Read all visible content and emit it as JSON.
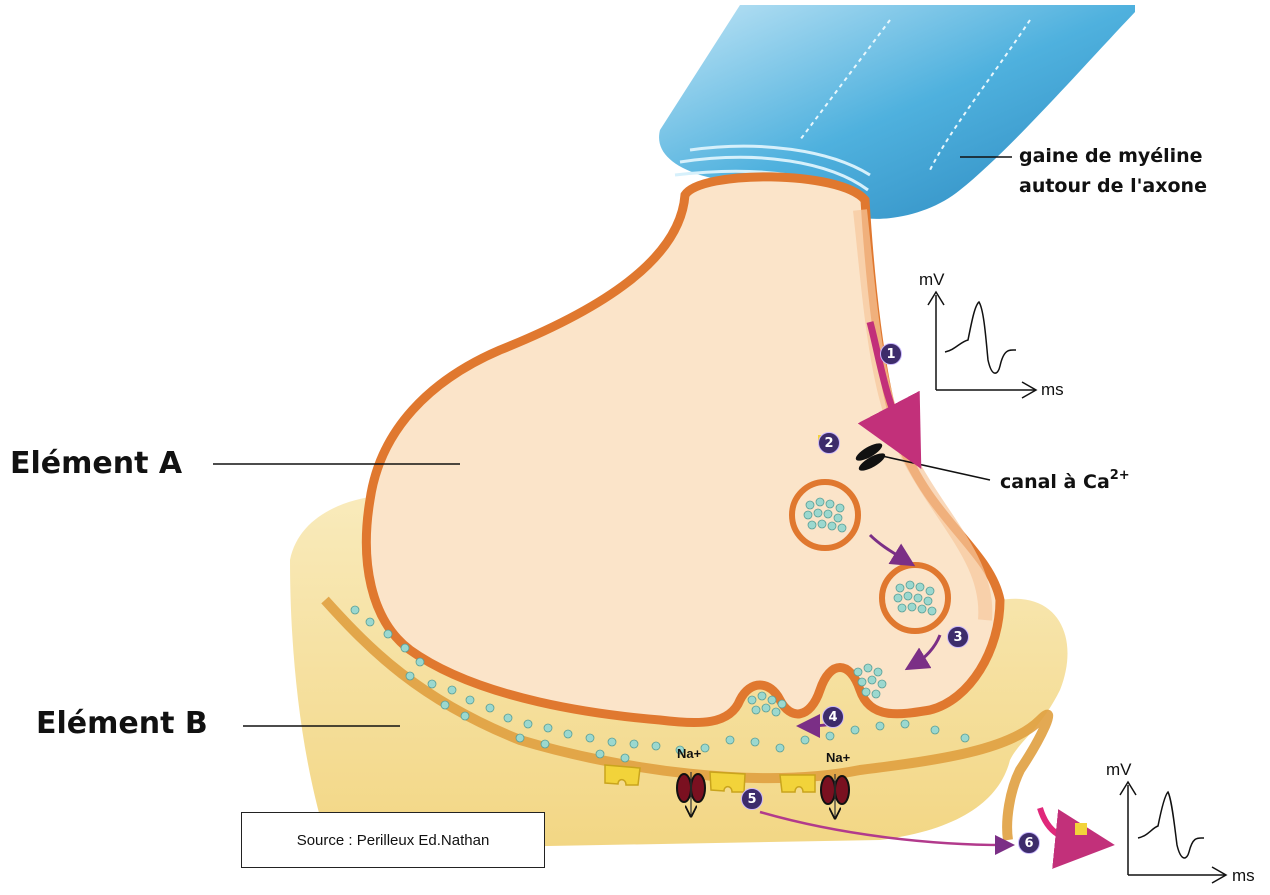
{
  "labels": {
    "element_a": "Elément A",
    "element_b": "Elément B",
    "myelin_line1": "gaine de myéline",
    "myelin_line2": "autour de l'axone",
    "canal_text": "canal à Ca",
    "canal_sup": "2+",
    "source": "Source : Perilleux Ed.Nathan"
  },
  "graphs": [
    {
      "y_label": "mV",
      "x_label": "ms"
    },
    {
      "y_label": "mV",
      "x_label": "ms"
    }
  ],
  "ions": [
    "Na+",
    "Na+"
  ],
  "steps": [
    "1",
    "2",
    "3",
    "4",
    "5",
    "6"
  ],
  "colors": {
    "membrane": "#e0782f",
    "cytoplasm": "#fbe4c9",
    "postsynaptic": "#f3d98a",
    "myelin": "#4fb1de",
    "arrow": "#c2307a",
    "vesicle_dot": "#9bd8cf",
    "step_badge": "#3d2c6b"
  }
}
